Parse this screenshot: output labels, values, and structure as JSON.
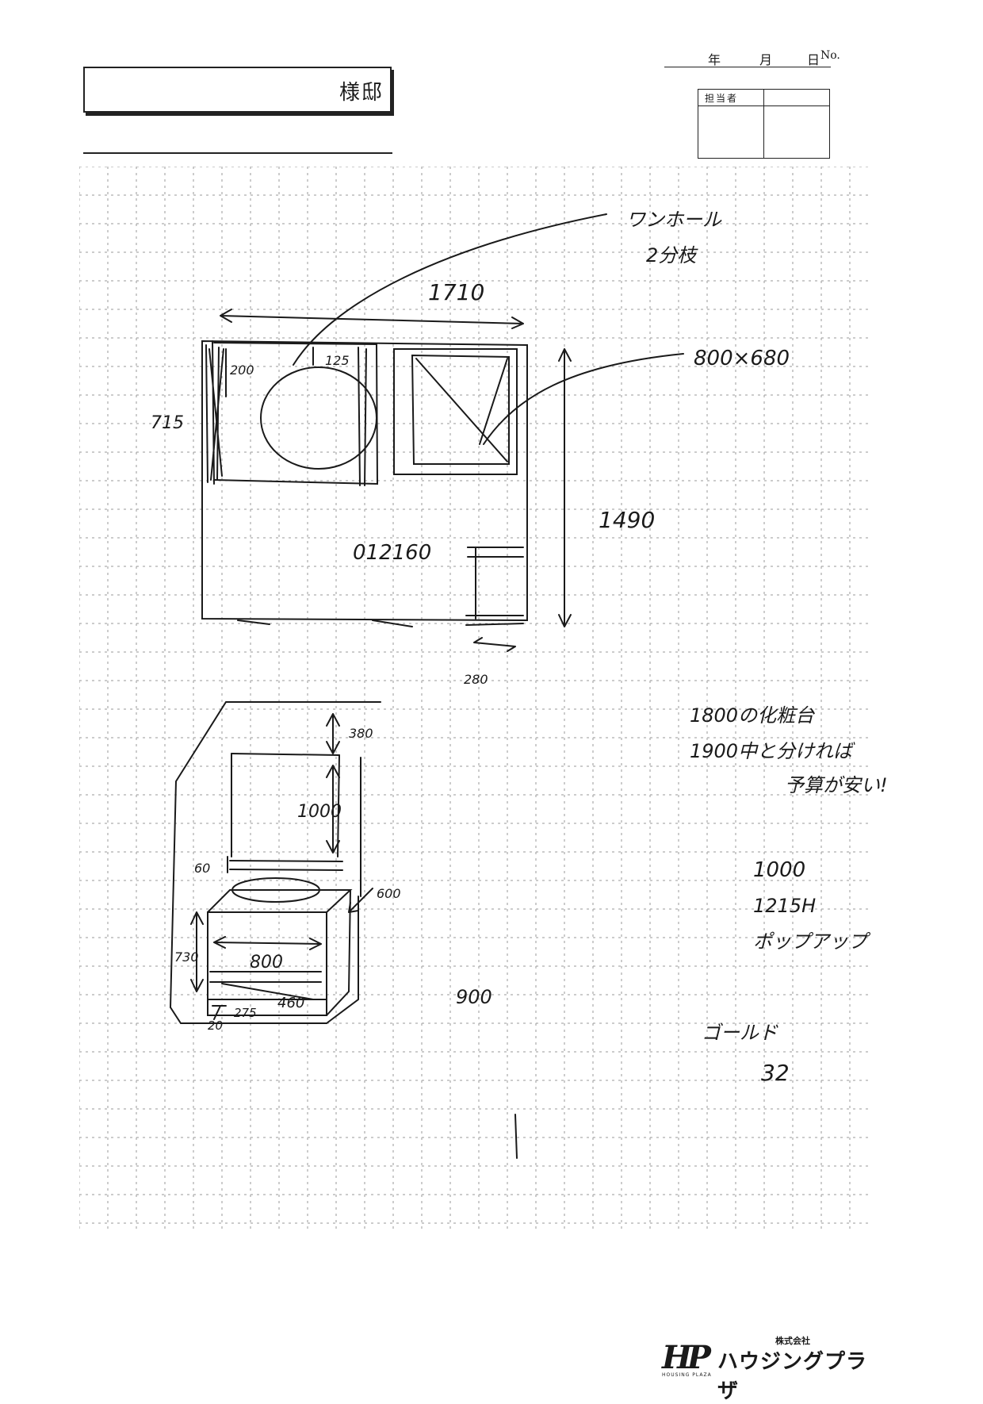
{
  "header": {
    "name_suffix": "様邸",
    "date_year": "年",
    "date_month": "月",
    "date_day": "日",
    "date_no": "No.",
    "staff_label": "担当者"
  },
  "plan_sketch": {
    "leader_note_1": "ワンホール",
    "leader_note_2": "2分枝",
    "width_dim": "1710",
    "box_dim": "800×680",
    "left_dim": "715",
    "dim_200": "200",
    "dim_125": "125",
    "height_dim": "1490",
    "door_note": "012160",
    "dim_280": "280"
  },
  "vanity_sketch": {
    "dim_380": "380",
    "dim_1000": "1000",
    "dim_60": "60",
    "dim_600": "600",
    "dim_730": "730",
    "dim_800": "800",
    "dim_460": "460",
    "dim_275": "275",
    "dim_20": "20",
    "dim_900": "900"
  },
  "notes": {
    "note_1": "1800の化粧台",
    "note_2": "1900中と分ければ",
    "note_3": "予算が安い!",
    "note_4": "1000",
    "note_5": "1215H",
    "note_6": "ポップアップ",
    "note_7": "ゴールド",
    "note_8": "32"
  },
  "logo": {
    "mark": "HP",
    "mark_sub": "HOUSING PLAZA",
    "company_type": "株式会社",
    "company_name": "ハウジングプラザ"
  }
}
